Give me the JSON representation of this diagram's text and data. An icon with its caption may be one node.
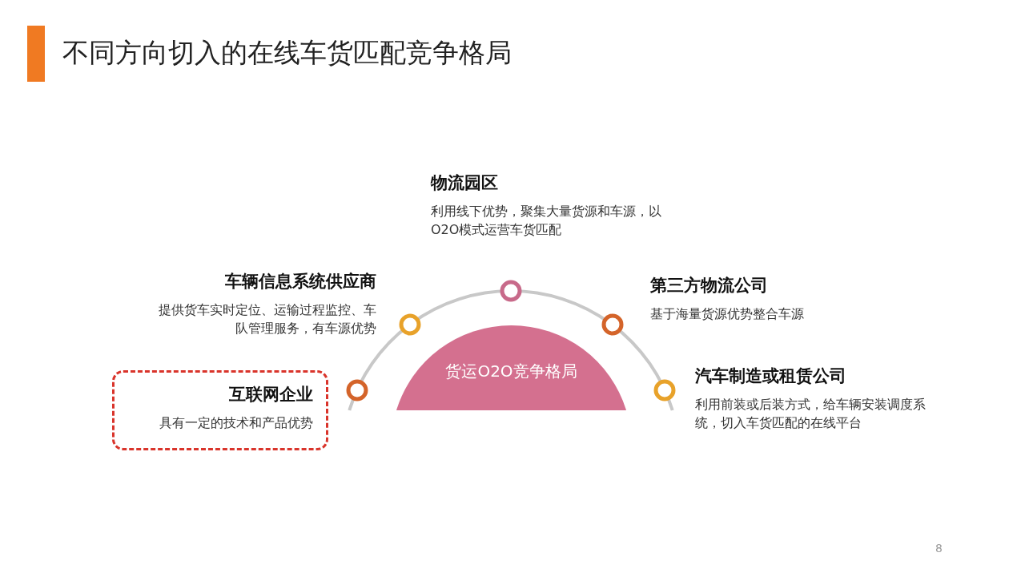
{
  "diagram": {
    "title": "不同方向切入的在线车货匹配竞争格局",
    "nodes": [
      {
        "text": [
          "物流园区",
          "利用线下优势，聚集大量货源和车源，以O2O模式运营车货匹配"
        ]
      },
      {
        "text": [
          "车辆信息系统供应商",
          "提供货车实时定位、运输过程监控、车队管理服务，有车源优势"
        ]
      },
      {
        "text": [
          "第三方物流公司",
          "基于海量货源优势整合车源"
        ]
      },
      {
        "text": [
          "货运O2O竞争格局"
        ]
      },
      {
        "text": [
          "互联网企业",
          "具有一定的技术和产品优势"
        ]
      },
      {
        "text": [
          "汽车制造或租赁公司",
          "利用前装或后装方式，给车辆安装调度系统，切入车货匹配的在线平台"
        ]
      }
    ],
    "labels": [
      "8"
    ]
  }
}
